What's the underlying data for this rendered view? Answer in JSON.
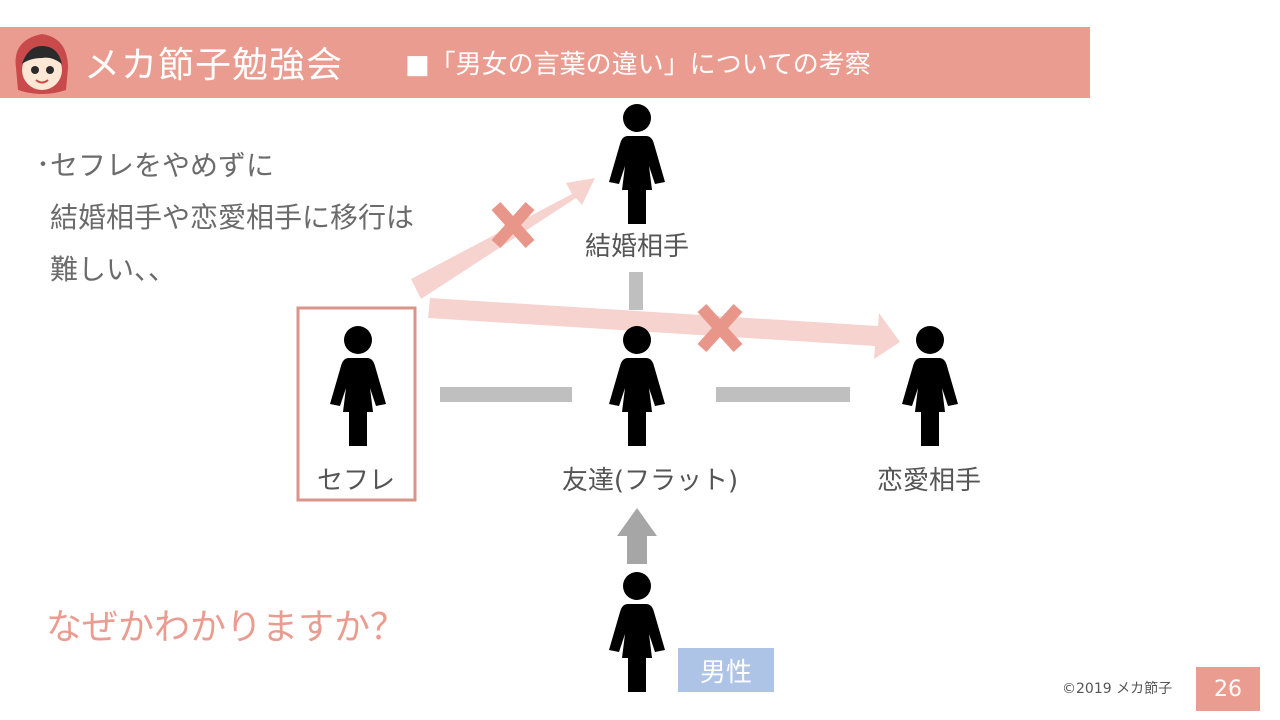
{
  "header": {
    "title": "メカ節子勉強会",
    "subtitle": "■「男女の言葉の違い」についての考察"
  },
  "bullet": {
    "marker": "・",
    "lines": [
      "セフレをやめずに",
      "結婚相手や恋愛相手に移行は",
      "難しい、、"
    ]
  },
  "diagram": {
    "nodes": {
      "marriage": "結婚相手",
      "sefure": "セフレ",
      "friend": "友達(フラット)",
      "romance": "恋愛相手"
    },
    "male_tag": "男性"
  },
  "question": "なぜかわかりますか？",
  "footer": {
    "copyright": "©2019 メカ節子",
    "page": "26"
  },
  "colors": {
    "accent": "#eb9c90",
    "arrow_pink": "#f6d3ce",
    "cross": "#e8968a",
    "connector_gray": "#bfbfbf",
    "arrow_gray": "#a6a6a6",
    "figure": "#000000",
    "male_tag": "#aec4e6",
    "highlight_box": "#d9958a"
  },
  "icons": [
    "person-icon",
    "cross-mark-icon",
    "arrow-up-icon"
  ]
}
